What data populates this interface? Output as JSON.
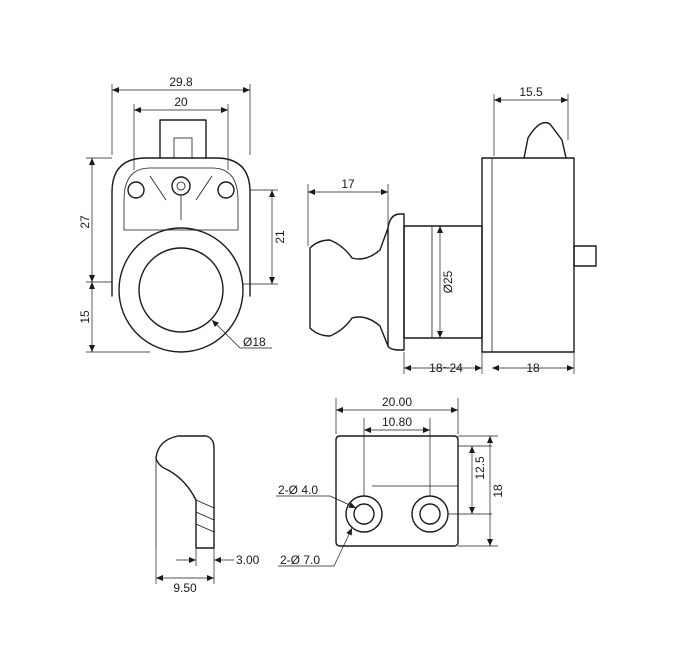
{
  "front_view": {
    "width_outer": "29.8",
    "width_inner": "20",
    "height_upper": "27",
    "height_lower": "15",
    "height_right": "21",
    "knob_diameter": "Ø18"
  },
  "side_view": {
    "knob_length": "17",
    "top_offset": "15.5",
    "body_diameter": "Ø25",
    "panel_range": "18~24",
    "body_depth": "18"
  },
  "strike_side": {
    "depth": "9.50",
    "lip": "3.00"
  },
  "strike_front": {
    "width": "20.00",
    "hole_spacing": "10.80",
    "hole_offset": "12.5",
    "height": "18",
    "hole_small": "2-Ø 4.0",
    "hole_large": "2-Ø 7.0"
  }
}
